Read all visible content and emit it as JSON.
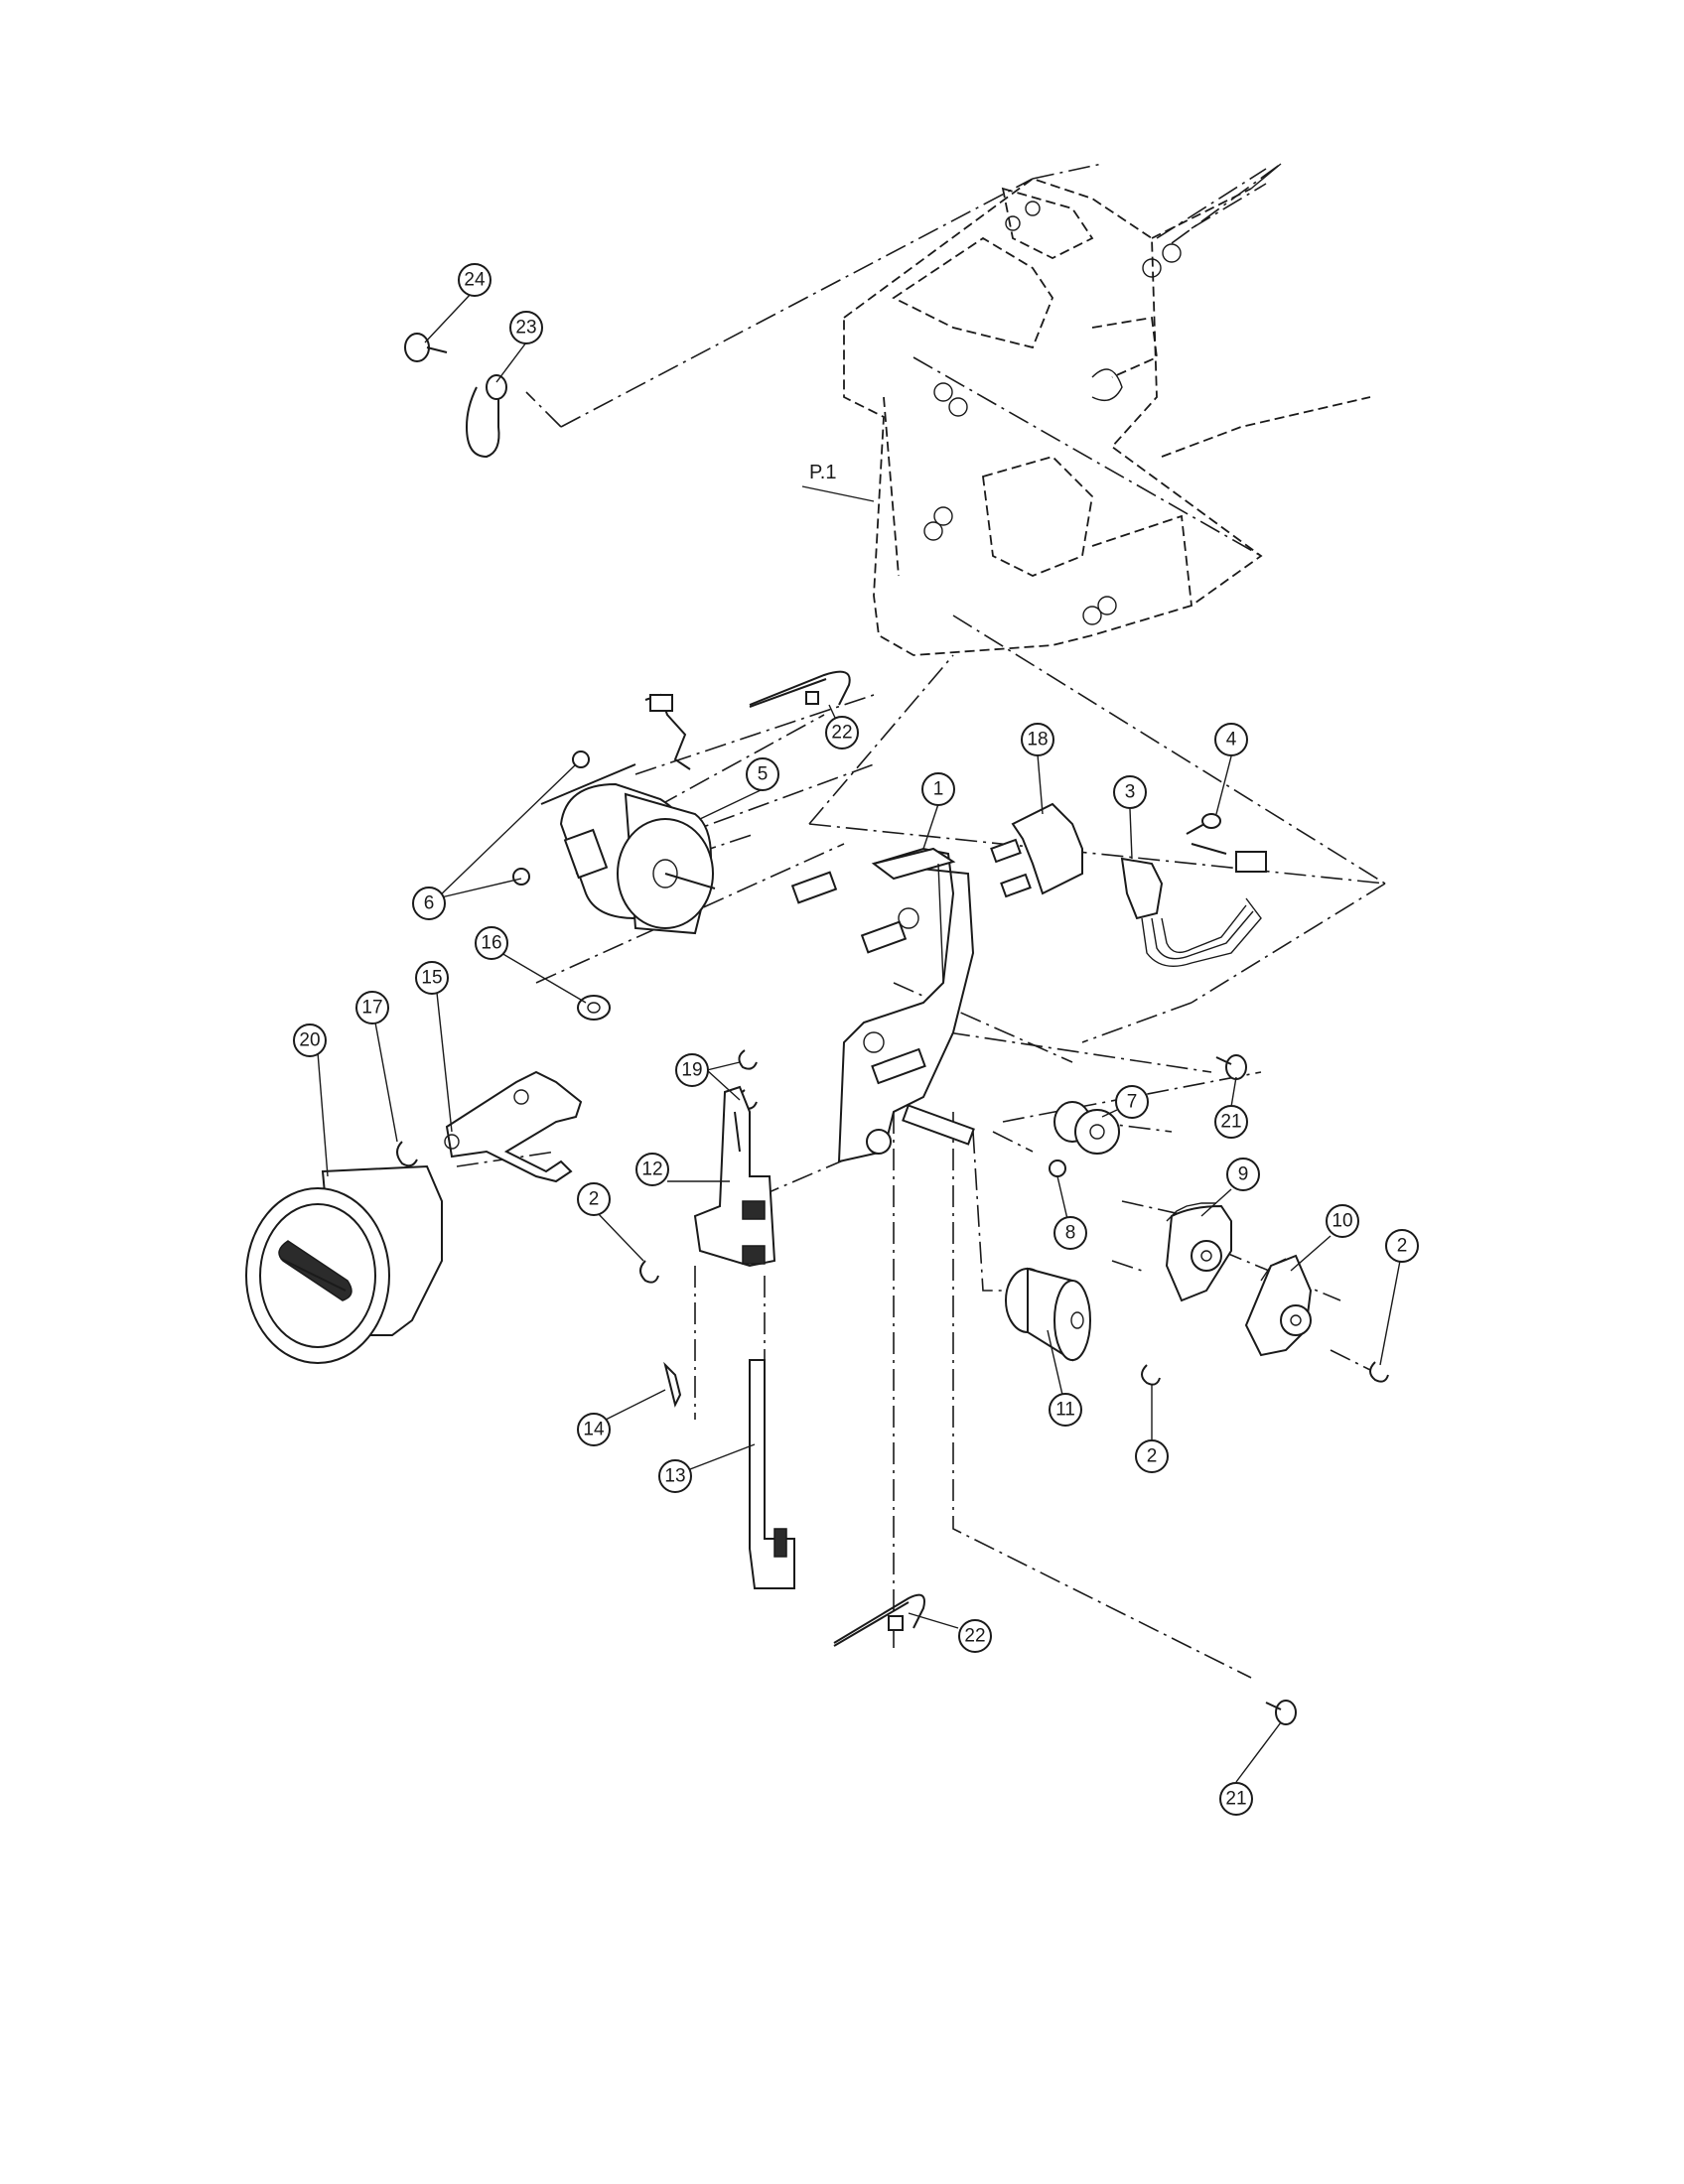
{
  "callouts": [
    {
      "id": "c24",
      "label": "24"
    },
    {
      "id": "c23",
      "label": "23"
    },
    {
      "id": "c22a",
      "label": "22"
    },
    {
      "id": "c18",
      "label": "18"
    },
    {
      "id": "c4",
      "label": "4"
    },
    {
      "id": "c1",
      "label": "1"
    },
    {
      "id": "c3",
      "label": "3"
    },
    {
      "id": "c5",
      "label": "5"
    },
    {
      "id": "c6",
      "label": "6"
    },
    {
      "id": "c16",
      "label": "16"
    },
    {
      "id": "c15",
      "label": "15"
    },
    {
      "id": "c17",
      "label": "17"
    },
    {
      "id": "c20",
      "label": "20"
    },
    {
      "id": "c19",
      "label": "19"
    },
    {
      "id": "c21a",
      "label": "21"
    },
    {
      "id": "c7",
      "label": "7"
    },
    {
      "id": "c12",
      "label": "12"
    },
    {
      "id": "c2a",
      "label": "2"
    },
    {
      "id": "c8",
      "label": "8"
    },
    {
      "id": "c9",
      "label": "9"
    },
    {
      "id": "c10",
      "label": "10"
    },
    {
      "id": "c2b",
      "label": "2"
    },
    {
      "id": "c11",
      "label": "11"
    },
    {
      "id": "c14",
      "label": "14"
    },
    {
      "id": "c13",
      "label": "13"
    },
    {
      "id": "c2c",
      "label": "2"
    },
    {
      "id": "c22b",
      "label": "22"
    },
    {
      "id": "c21b",
      "label": "21"
    }
  ],
  "page_ref": {
    "label": "P.1"
  }
}
